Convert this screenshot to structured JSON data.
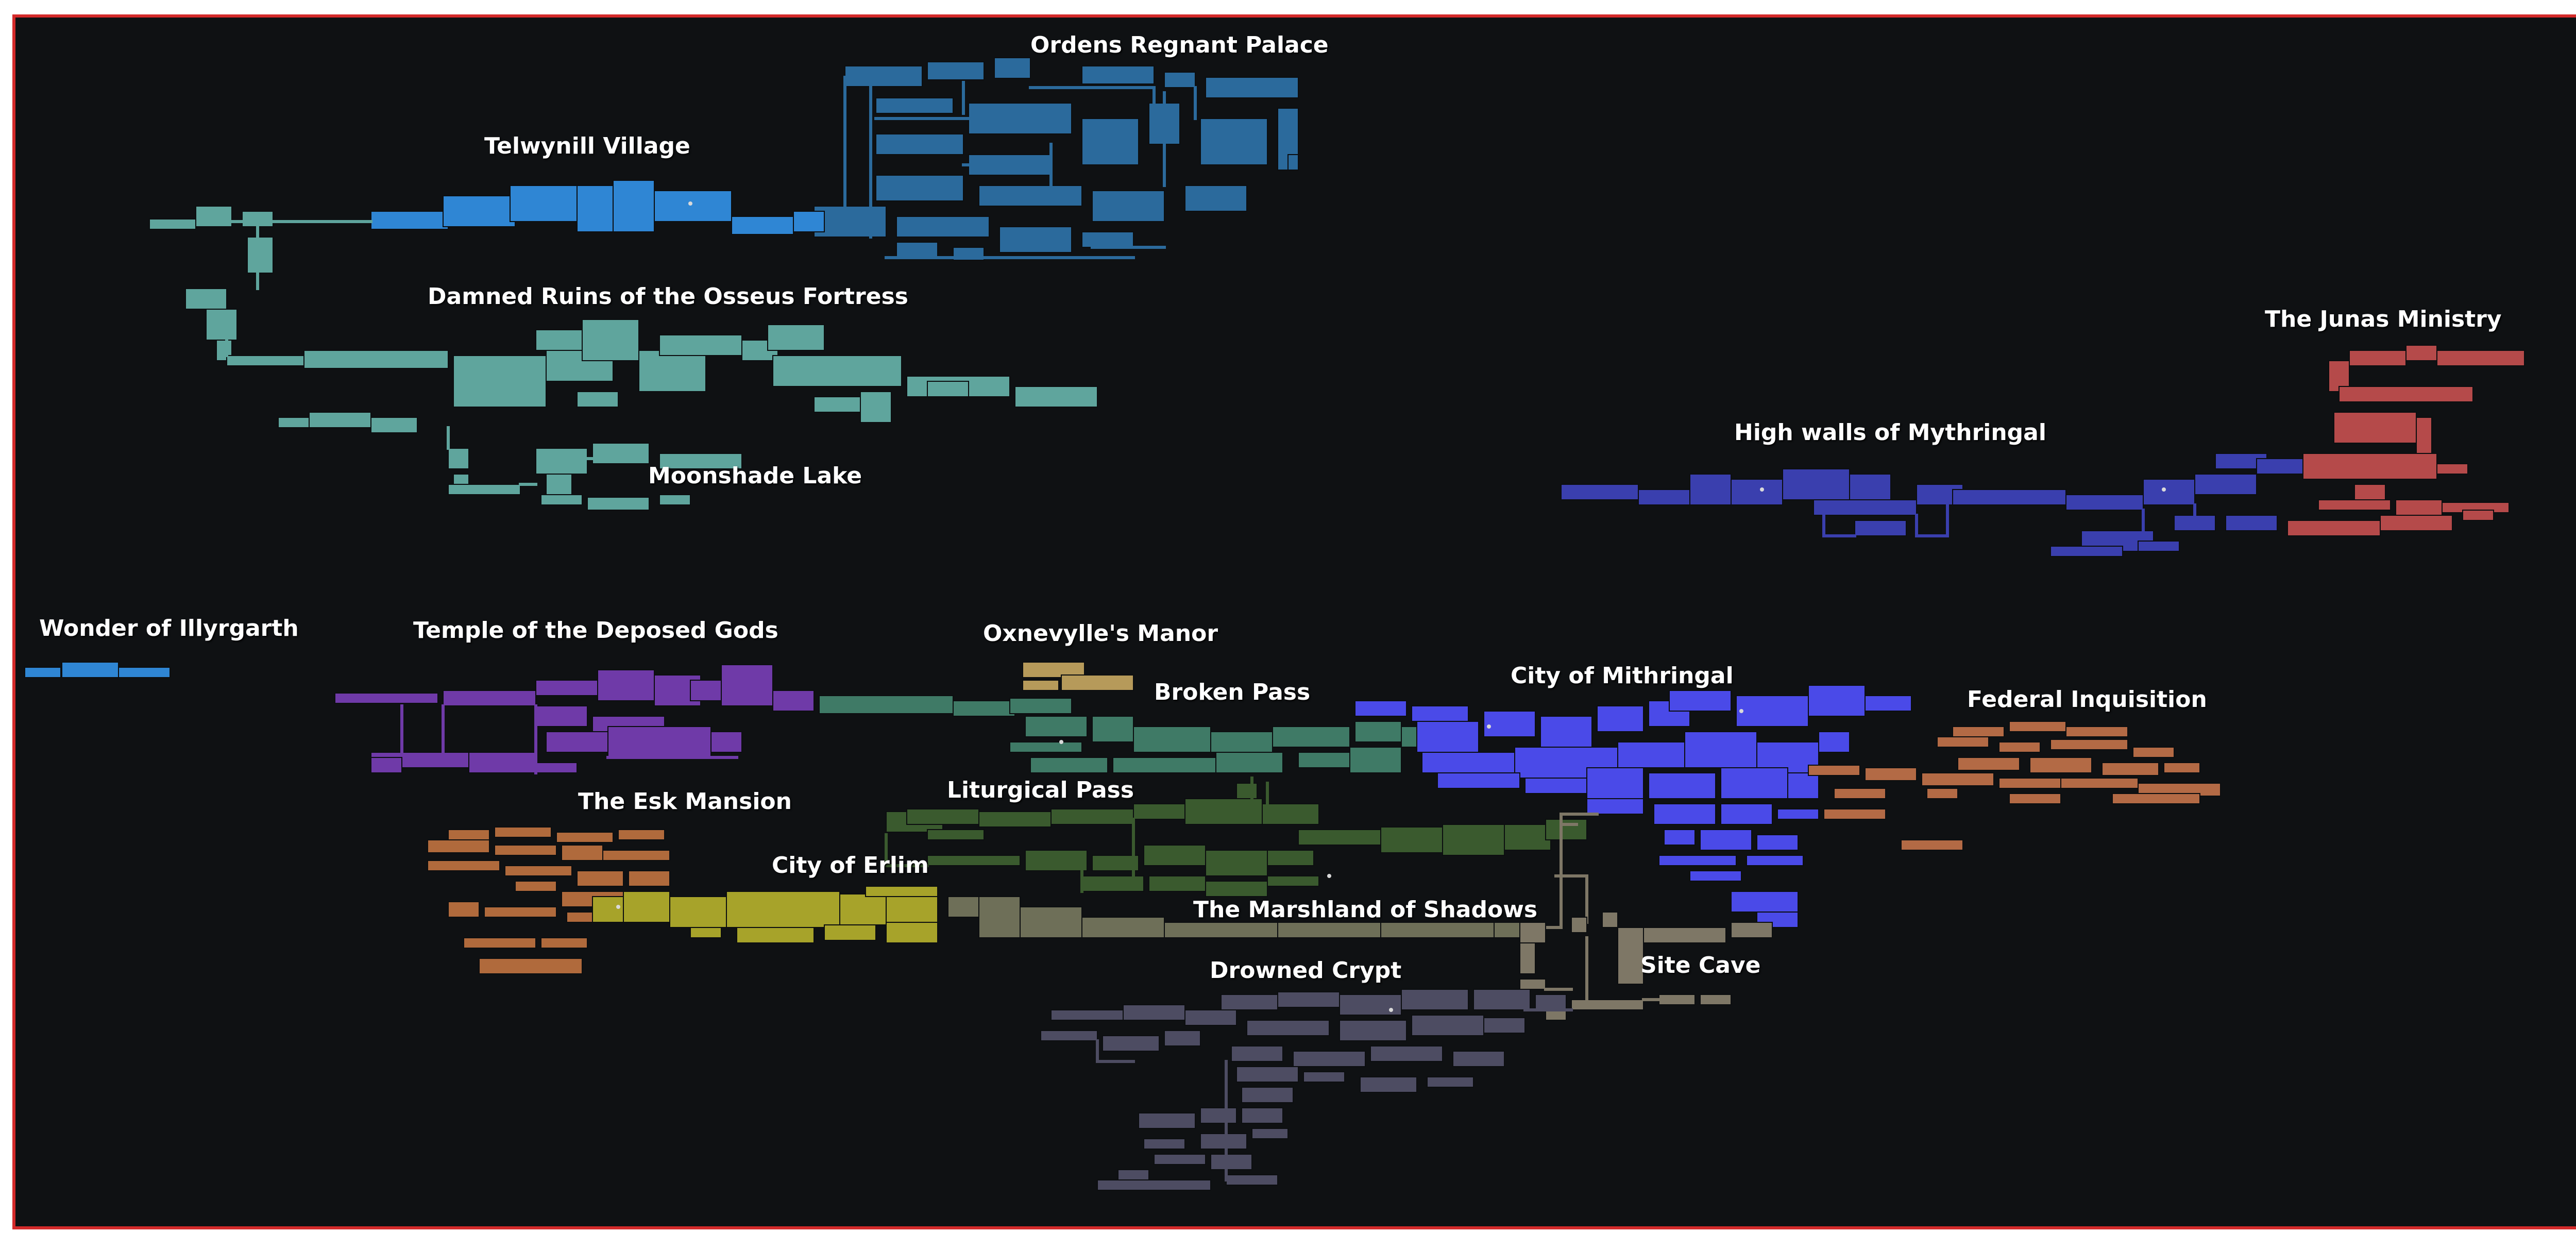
{
  "map": {
    "background": "#0f1113",
    "border_color": "#d42a2a",
    "regions": [
      {
        "id": "ordens",
        "label": "Ordens Regnant Palace",
        "color": "#2b6a9c"
      },
      {
        "id": "telwynill",
        "label": "Telwynill Village",
        "color": "#2f86d4"
      },
      {
        "id": "osseus",
        "label": "Damned Ruins of the Osseus Fortress",
        "color": "#5fa59d"
      },
      {
        "id": "moonshade",
        "label": "Moonshade Lake",
        "color": "#5fa59d"
      },
      {
        "id": "junas",
        "label": "The Junas Ministry",
        "color": "#b54a4a"
      },
      {
        "id": "mythringal",
        "label": "High walls of Mythringal",
        "color": "#3a3fae"
      },
      {
        "id": "illyrgarth",
        "label": "Wonder of Illyrgarth",
        "color": "#2f86d4"
      },
      {
        "id": "deposed",
        "label": "Temple of the Deposed Gods",
        "color": "#6f3aa8"
      },
      {
        "id": "oxnevylle",
        "label": "Oxnevylle's Manor",
        "color": "#b69a5a"
      },
      {
        "id": "broken",
        "label": "Broken Pass",
        "color": "#3f7a66"
      },
      {
        "id": "mithringal",
        "label": "City of Mithringal",
        "color": "#4a4ae8"
      },
      {
        "id": "federal",
        "label": "Federal Inquisition",
        "color": "#b36a45"
      },
      {
        "id": "esk",
        "label": "The Esk Mansion",
        "color": "#b06a3c"
      },
      {
        "id": "liturgical",
        "label": "Liturgical Pass",
        "color": "#3a5a2e"
      },
      {
        "id": "erlim",
        "label": "City of Erlim",
        "color": "#a7a32a"
      },
      {
        "id": "marshland",
        "label": "The Marshland of Shadows",
        "color": "#6e6f58"
      },
      {
        "id": "site",
        "label": "Site Cave",
        "color": "#7e7766"
      },
      {
        "id": "drowned",
        "label": "Drowned Crypt",
        "color": "#4d4c62"
      }
    ]
  }
}
